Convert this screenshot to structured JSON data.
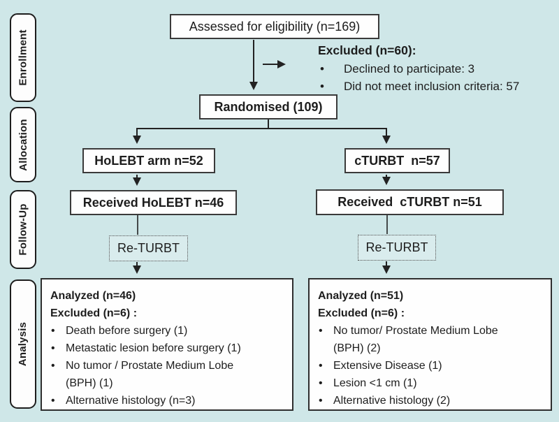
{
  "diagram": {
    "background_color": "#cfe7e8",
    "stages": {
      "enrollment": "Enrollment",
      "allocation": "Allocation",
      "followup": "Follow-Up",
      "analysis": "Analysis"
    },
    "enrollment": {
      "assessed": "Assessed for eligibility (n=169)",
      "excluded_title": "Excluded (n=60):",
      "excluded_items": [
        "Declined to participate: 3",
        "Did not meet inclusion criteria: 57"
      ],
      "randomised": "Randomised (109)"
    },
    "allocation": {
      "left_arm": "HoLEBT arm n=52",
      "right_arm": "cTURBT  n=57"
    },
    "followup": {
      "left_received": "Received HoLEBT n=46",
      "right_received": "Received  cTURBT n=51",
      "left_returbt": "Re-TURBT",
      "right_returbt": "Re-TURBT"
    },
    "analysis": {
      "left": {
        "analyzed": "Analyzed (n=46)",
        "excluded": "Excluded  (n=6) :",
        "items": [
          "Death before surgery (1)",
          "Metastatic lesion before surgery (1)",
          "No tumor / Prostate Medium Lobe\n(BPH) (1)",
          "Alternative histology (n=3)"
        ]
      },
      "right": {
        "analyzed": "Analyzed (n=51)",
        "excluded": "Excluded (n=6) :",
        "items": [
          "No tumor/  Prostate Medium Lobe\n(BPH)  (2)",
          "Extensive Disease (1)",
          "Lesion <1 cm (1)",
          "Alternative histology (2)"
        ]
      }
    },
    "connector_color": "#222222"
  }
}
